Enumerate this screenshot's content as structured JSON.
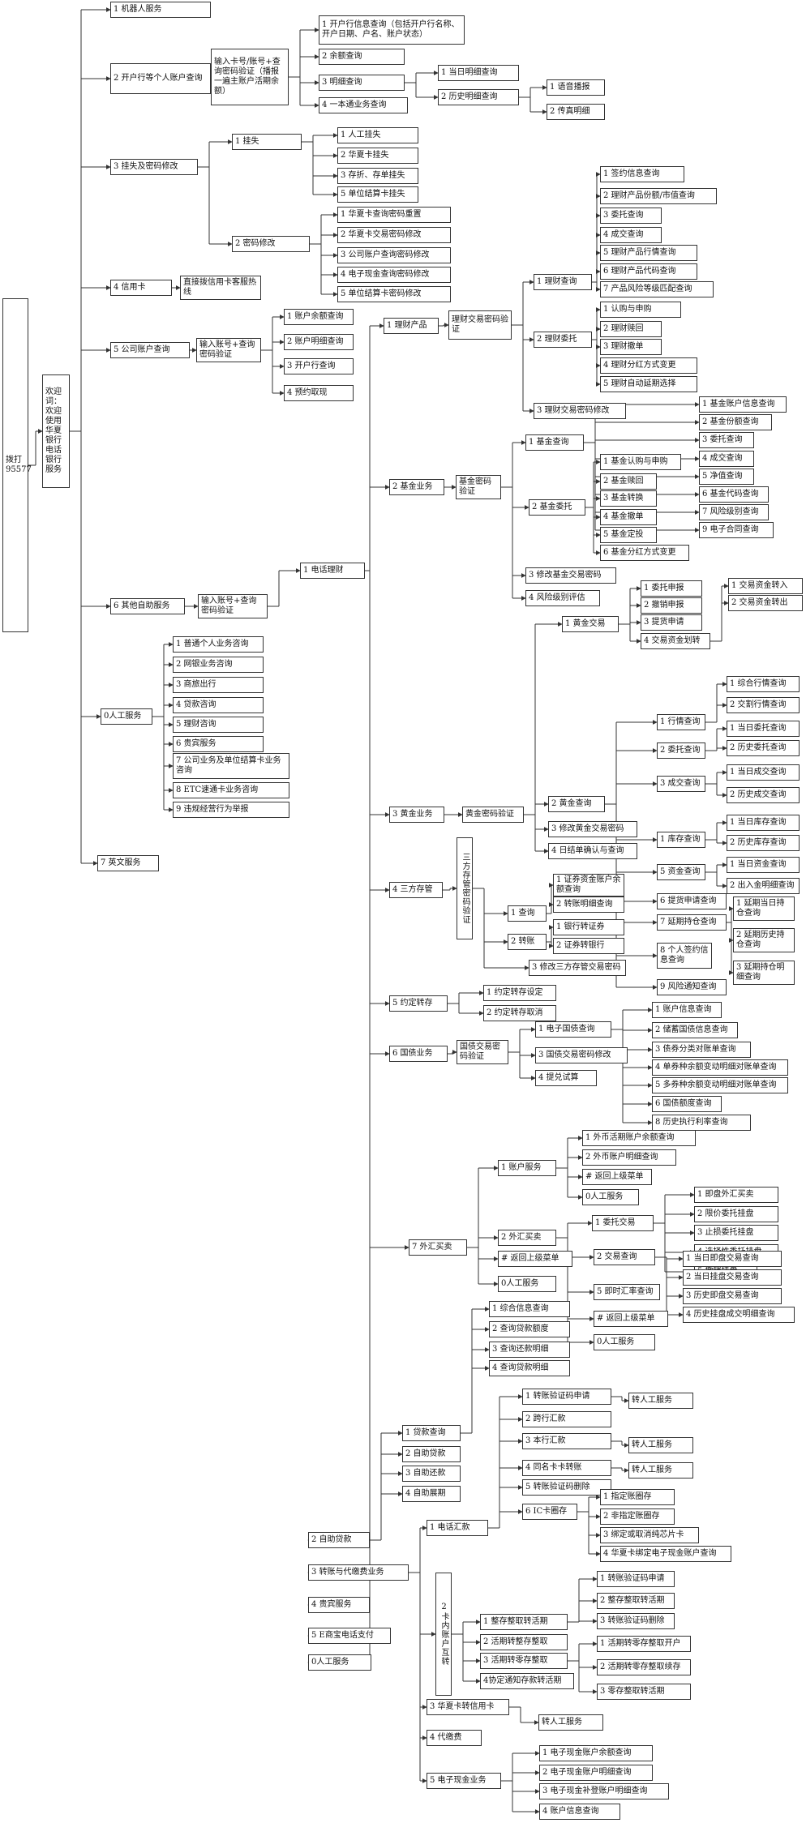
{
  "nodes": {
    "root": "拨打95577",
    "welcome": "欢迎词：欢迎使用华夏银行电话银行服务",
    "robot": "1 机器人服务",
    "open_query": "2 开户行等个人账户查询",
    "card_pwd": "输入卡号/账号+查询密码验证（播报一遍主账户活期余额）",
    "oq_1": "1 开户行信息查询（包括开户行名称、开户日期、户名、账户状态）",
    "oq_2": "2 余额查询",
    "oq_3": "3 明细查询",
    "oq_4": "4 一本通业务查询",
    "dq_1": "1 当日明细查询",
    "dq_2": "2 历史明细查询",
    "hq_1": "1 语音播报",
    "hq_2": "2 传真明细",
    "loss": "3 挂失及密码修改",
    "loss_1": "1 挂失",
    "ls_1": "1 人工挂失",
    "ls_2": "2 华夏卡挂失",
    "ls_3": "3 存折、存单挂失",
    "ls_4": "5 单位结算卡挂失",
    "loss_2": "2 密码修改",
    "pw_1": "1 华夏卡查询密码重置",
    "pw_2": "2 华夏卡交易密码修改",
    "pw_3": "3 公司账户查询密码修改",
    "pw_4": "4 电子现金查询密码修改",
    "pw_5": "5 单位结算卡密码修改",
    "credit": "4 信用卡",
    "credit_hotline": "直接拨信用卡客服热线",
    "corp": "5 公司账户查询",
    "corp_pwd": "输入账号+查询密码验证",
    "co_1": "1 账户余额查询",
    "co_2": "2 账户明细查询",
    "co_3": "3 开户行查询",
    "co_4": "4 预约取现",
    "other": "6 其他自助服务",
    "other_pwd": "输入账号+查询密码验证",
    "manual": "0人工服务",
    "ma_1": "1 普通个人业务咨询",
    "ma_2": "2 网银业务咨询",
    "ma_3": "3 商旅出行",
    "ma_4": "4 贷款咨询",
    "ma_5": "5 理财咨询",
    "ma_6": "6 贵宾服务",
    "ma_7": "7 公司业务及单位结算卡业务咨询",
    "ma_8": "8 ETC速通卡业务咨询",
    "ma_9": "9 违规经营行为举报",
    "english": "7 英文服务",
    "phone_fin": "1 电话理财",
    "wp": "1 理财产品",
    "wp_pwd": "理财交易密码验证",
    "wp_q": "1 理财查询",
    "wq_1": "1 签约信息查询",
    "wq_2": "2 理财产品份额/市值查询",
    "wq_3": "3 委托查询",
    "wq_4": "4 成交查询",
    "wq_5": "5 理财产品行情查询",
    "wq_6": "6 理财产品代码查询",
    "wq_7": "7 产品风险等级匹配查询",
    "wp_e": "2 理财委托",
    "we_1": "1 认购与申购",
    "we_2": "2 理财赎回",
    "we_3": "3 理财撤单",
    "we_4": "4 理财分红方式变更",
    "we_5": "5 理财自动延期选择",
    "wp_pwdmod": "3 理财交易密码修改",
    "fund": "2 基金业务",
    "fund_pwd": "基金密码验证",
    "fund_q": "1 基金查询",
    "fq_1": "1 基金账户信息查询",
    "fq_2": "2 基金份额查询",
    "fq_3": "3 委托查询",
    "fq_4": "4 成交查询",
    "fq_5": "5 净值查询",
    "fq_6": "6 基金代码查询",
    "fq_7": "7 风险级别查询",
    "fq_8": "9 电子合同查询",
    "fund_e": "2 基金委托",
    "fe_1": "1 基金认购与申购",
    "fe_2": "2 基金赎回",
    "fe_3": "3 基金转换",
    "fe_4": "4 基金撤单",
    "fe_5": "5 基金定投",
    "fe_6": "6 基金分红方式变更",
    "fund_pwdmod": "3 修改基金交易密码",
    "fund_risk": "4 风险级别评估",
    "gold": "3 黄金业务",
    "gold_pwd": "黄金密码验证",
    "gold_trade": "1 黄金交易",
    "gt_1": "1 委托申报",
    "gt_2": "2 撤销申报",
    "gt_3": "3 提货申请",
    "gt_4": "4 交易资金划转",
    "gtf_1": "1 交易资金转入",
    "gtf_2": "2 交易资金转出",
    "gold_q": "2 黄金查询",
    "gq_1": "1 行情查询",
    "gq1_1": "1 综合行情查询",
    "gq1_2": "2 交割行情查询",
    "gq_2": "2 委托查询",
    "gq2_1": "1 当日委托查询",
    "gq2_2": "2 历史委托查询",
    "gq_3": "3 成交查询",
    "gq3_1": "1 当日成交查询",
    "gq3_2": "2 历史成交查询",
    "gq_4": "1 库存查询",
    "gq4_1": "1 当日库存查询",
    "gq4_2": "2 历史库存查询",
    "gq_5": "5 资金查询",
    "gq5_1": "1 当日资金查询",
    "gq5_2": "2 出入金明细查询",
    "gq_6": "6 提货申请查询",
    "gq_7": "7 延期持仓查询",
    "gq7_1": "1 延期当日持仓查询",
    "gq7_2": "2 延期历史持仓查询",
    "gq7_3": "3 延期持仓明细查询",
    "gq_8": "8 个人签约信息查询",
    "gq_9": "9 风险通知查询",
    "gold_pwdmod": "3 修改黄金交易密码",
    "gold_daily": "4 日结单确认与查询",
    "third": "4 三方存管",
    "third_pwd": "三方存管密码验证",
    "tq": "1 查询",
    "tq_1": "1 证券资金账户余额查询",
    "tq_2": "2 转账明细查询",
    "tt": "2 转账",
    "tt_1": "1 银行转证券",
    "tt_2": "2 证券转银行",
    "third_pwdmod": "3 修改三方存管交易密码",
    "fixed": "5 约定转存",
    "fx_1": "1 约定转存设定",
    "fx_2": "2 约定转存取消",
    "bond": "6 国债业务",
    "bond_pwd": "国债交易密码验证",
    "bond_q": "1 电子国债查询",
    "bq_1": "1 账户信息查询",
    "bq_2": "2 储蓄国债信息查询",
    "bq_3": "3 债券分类对账单查询",
    "bq_4": "4 单券种余额变动明细对账单查询",
    "bq_5": "5 多券种余额变动明细对账单查询",
    "bq_6": "6 国债额度查询",
    "bq_7": "8 历史执行利率查询",
    "bond_pwdmod": "3 国债交易密码修改",
    "bond_early": "4 提兑试算",
    "forex": "7 外汇买卖",
    "fxa": "1 账户服务",
    "fxa_1": "1 外币活期账户余额查询",
    "fxa_2": "2 外币账户明细查询",
    "fxa_3": "# 返回上级菜单",
    "fxa_4": "0人工服务",
    "fxb": "2 外汇买卖",
    "fxb_1": "1 委托交易",
    "fxe_1": "1 即盘外汇买卖",
    "fxe_2": "2 限价委托挂盘",
    "fxe_3": "3 止损委托挂盘",
    "fxe_4": "4 选择性委托挂盘",
    "fxe_5": "5 撤销挂盘",
    "fxb_2": "2 交易查询",
    "fxq_1": "1 当日即盘交易查询",
    "fxq_2": "2 当日挂盘交易查询",
    "fxq_3": "3 历史即盘交易查询",
    "fxq_4": "4 历史挂盘成交明细查询",
    "fxb_3": "5 即时汇率查询",
    "fxb_4": "# 返回上级菜单",
    "fxb_5": "0人工服务",
    "fx_back": "# 返回上级菜单",
    "fx_manual": "0人工服务",
    "loan": "2 自助贷款",
    "loan_q": "1 贷款查询",
    "lq_1": "1 综合信息查询",
    "lq_2": "2 查询贷款额度",
    "lq_3": "3 查询还款明细",
    "lq_4": "4 查询贷款明细",
    "loan_2": "2 自助贷款",
    "loan_3": "3 自助还款",
    "loan_4": "4 自助展期",
    "pay": "3 转账与代缴费业务",
    "phone_xfer": "1 电话汇款",
    "px_1": "1 转账验证码申请",
    "px_1m": "转人工服务",
    "px_2": "2 跨行汇款",
    "px_3": "3 本行汇款",
    "px_3m": "转人工服务",
    "px_4": "4 同名卡卡转账",
    "px_4m": "转人工服务",
    "px_5": "5 转账验证码删除",
    "px_6": "6 IC卡圈存",
    "ic_1": "1 指定账圈存",
    "ic_2": "2 非指定账圈存",
    "ic_3": "3 绑定或取消纯芯片卡",
    "ic_4": "4 华夏卡绑定电子现金账户查询",
    "intra": "2卡内账户互转",
    "it_1": "1 整存整取转活期",
    "it1_1": "1 转账验证码申请",
    "it1_2": "2 整存整取转活期",
    "it1_3": "3 转账验证码删除",
    "it_2": "2 活期转整存整取",
    "it_3": "3 活期转零存整取",
    "it3_1": "1 活期转零存整取开户",
    "it3_2": "2 活期转零存整取续存",
    "it3_3": "3 零存整取转活期",
    "it_4": "4协定通知存款转活期",
    "hx_credit": "3 华夏卡转信用卡",
    "hx_credit_m": "转人工服务",
    "fee": "4 代缴费",
    "ecash": "5 电子现金业务",
    "ec_1": "1 电子现金账户余额查询",
    "ec_2": "2 电子现金账户明细查询",
    "ec_3": "3 电子现金补登账户明细查询",
    "ec_4": "4 账户信息查询",
    "vip": "4 贵宾服务",
    "sq_pay": "5 E商宝电话支付",
    "fin_manual": "0人工服务"
  }
}
